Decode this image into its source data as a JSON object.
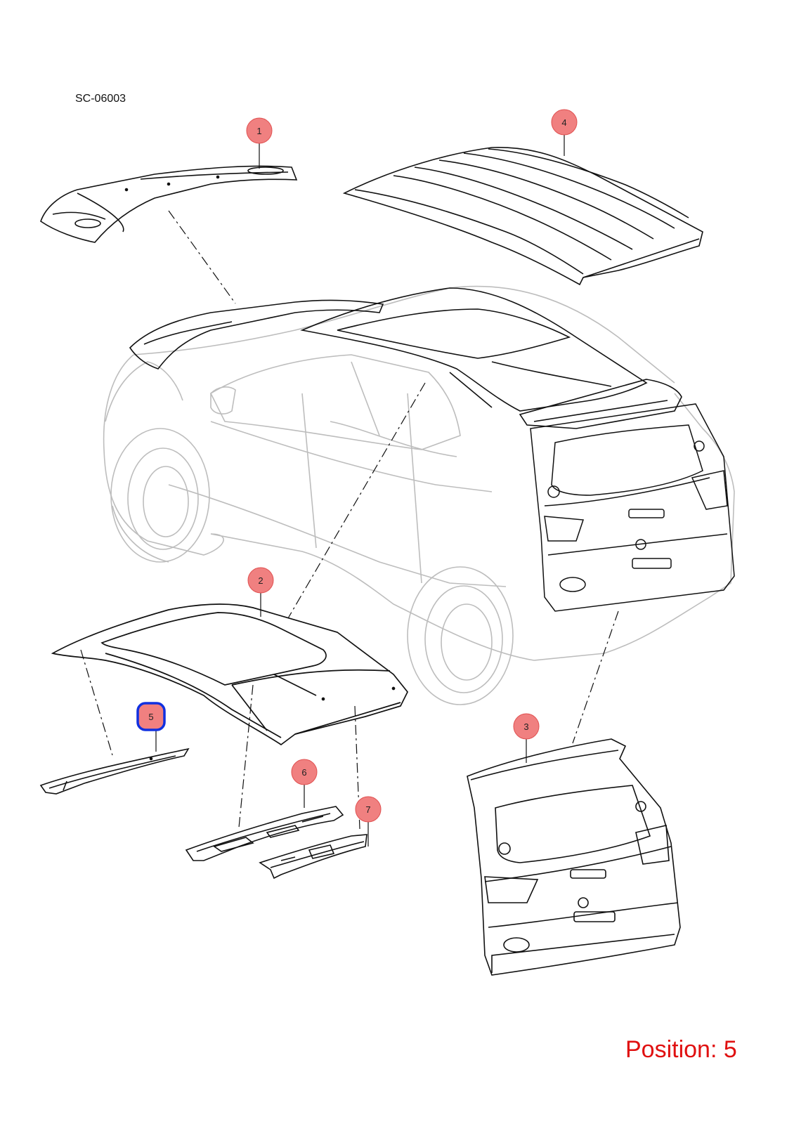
{
  "diagram": {
    "reference_code": "SC-06003",
    "position_label": "Position: 5",
    "selected_callout": "5",
    "colors": {
      "callout_fill": "#f08080",
      "callout_stroke": "#e05050",
      "selected_stroke": "#1030e0",
      "position_text": "#e01010",
      "line": "#111111",
      "ghost_vehicle": "#b8b8b8"
    },
    "callouts": [
      {
        "id": "1"
      },
      {
        "id": "2"
      },
      {
        "id": "3"
      },
      {
        "id": "4"
      },
      {
        "id": "5"
      },
      {
        "id": "6"
      },
      {
        "id": "7"
      }
    ]
  }
}
